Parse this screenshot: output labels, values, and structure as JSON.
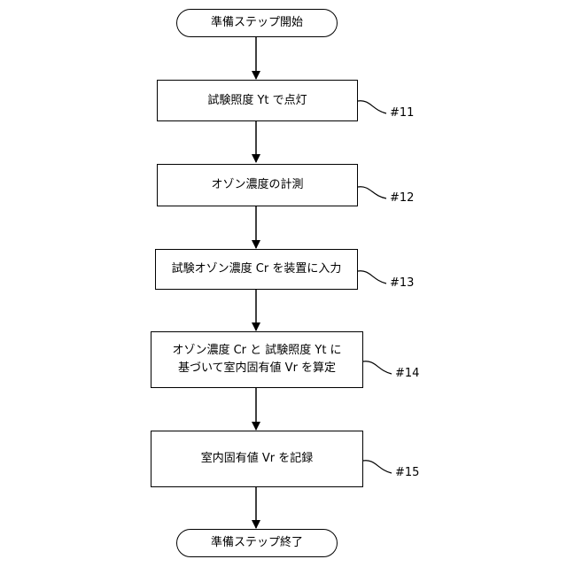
{
  "flow": {
    "start": "準備ステップ開始",
    "end": "準備ステップ終了",
    "steps": [
      {
        "lines": [
          "試験照度 Yt で点灯"
        ],
        "ref": "#11"
      },
      {
        "lines": [
          "オゾン濃度の計測"
        ],
        "ref": "#12"
      },
      {
        "lines": [
          "試験オゾン濃度 Cr を装置に入力"
        ],
        "ref": "#13"
      },
      {
        "lines": [
          "オゾン濃度 Cr と 試験照度 Yt に",
          "基づいて室内固有値 Vr を算定"
        ],
        "ref": "#14"
      },
      {
        "lines": [
          "室内固有値 Vr を記録"
        ],
        "ref": "#15"
      }
    ]
  }
}
